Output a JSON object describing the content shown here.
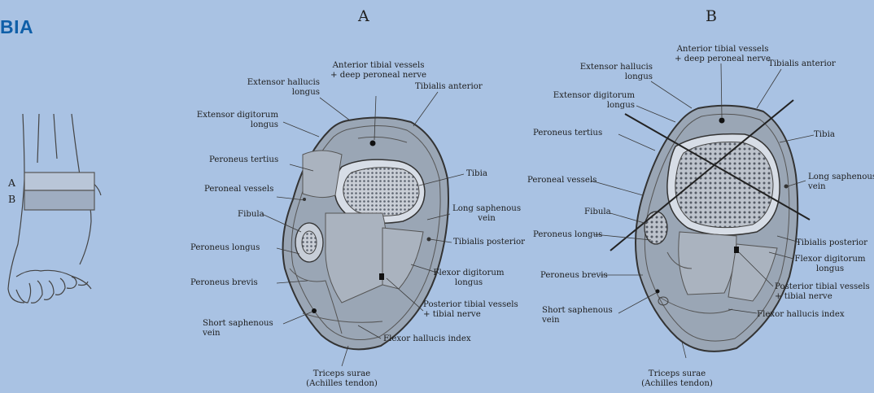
{
  "heading": "BIA",
  "panels": {
    "a": "A",
    "b": "B"
  },
  "foot": {
    "label_a": "A",
    "label_b": "B"
  },
  "panel_a": {
    "anterior_tibial_vessels": "Anterior tibial vessels",
    "anterior_tibial_vessels_2": "+ deep peroneal nerve",
    "extensor_hallucis": "Extensor hallucis",
    "extensor_hallucis_2": "longus",
    "tibialis_anterior": "Tibialis anterior",
    "extensor_digitorum": "Extensor digitorum",
    "extensor_digitorum_2": "longus",
    "peroneus_tertius": "Peroneus tertius",
    "tibia": "Tibia",
    "peroneal_vessels": "Peroneal vessels",
    "long_saphenous": "Long saphenous",
    "long_saphenous_2": "vein",
    "fibula": "Fibula",
    "tibialis_posterior": "Tibialis posterior",
    "peroneus_longus": "Peroneus longus",
    "flexor_digitorum": "Flexor digitorum",
    "flexor_digitorum_2": "longus",
    "peroneus_brevis": "Peroneus brevis",
    "posterior_tibial": "Posterior tibial vessels",
    "posterior_tibial_2": "+ tibial nerve",
    "short_saphenous": "Short saphenous",
    "short_saphenous_2": "vein",
    "flexor_hallucis": "Flexor hallucis index",
    "triceps": "Triceps surae",
    "triceps_2": "(Achilles tendon)"
  },
  "panel_b": {
    "anterior_tibial_vessels": "Anterior tibial vessels",
    "anterior_tibial_vessels_2": "+ deep peroneal nerve",
    "extensor_hallucis": "Extensor hallucis",
    "extensor_hallucis_2": "longus",
    "tibialis_anterior": "Tibialis anterior",
    "extensor_digitorum": "Extensor digitorum",
    "extensor_digitorum_2": "longus",
    "peroneus_tertius": "Peroneus tertius",
    "tibia": "Tibia",
    "peroneal_vessels": "Peroneal vessels",
    "long_saphenous": "Long saphenous",
    "long_saphenous_2": "vein",
    "fibula": "Fibula",
    "peroneus_longus": "Peroneus longus",
    "tibialis_posterior": "Tibialis posterior",
    "flexor_digitorum": "Flexor digitorum",
    "flexor_digitorum_2": "longus",
    "peroneus_brevis": "Peroneus brevis",
    "posterior_tibial": "Posterior tibial vessels",
    "posterior_tibial_2": "+ tibial nerve",
    "short_saphenous": "Short saphenous",
    "short_saphenous_2": "vein",
    "flexor_hallucis": "Flexor hallucis index",
    "triceps": "Triceps surae",
    "triceps_2": "(Achilles tendon)"
  },
  "colors": {
    "background": "#a9c2e3",
    "heading": "#0f5fa8",
    "section_fill": "#9aa6b5",
    "outline": "#333333"
  }
}
